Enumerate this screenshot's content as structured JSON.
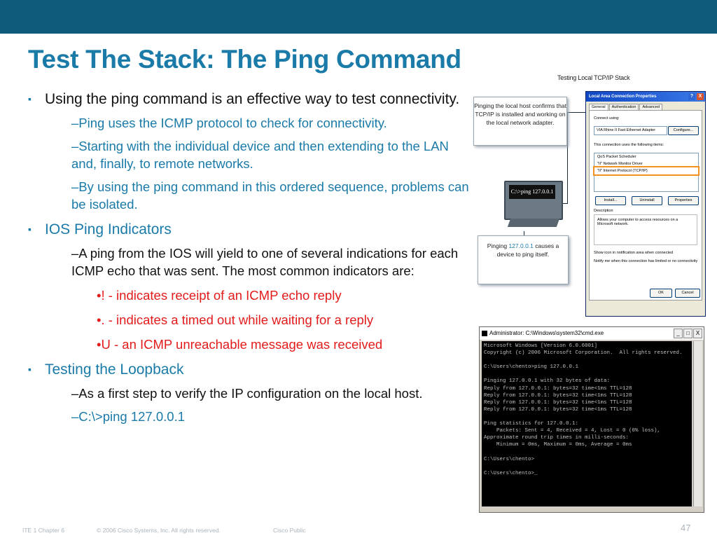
{
  "slide": {
    "title": "Test The Stack: The Ping Command",
    "bullets": {
      "b1": "Using the ping command is an effective way to test connectivity.",
      "b1_sub1": "–Ping uses the ICMP protocol to check for connectivity.",
      "b1_sub2": "–Starting with the individual device and then extending to the LAN and, finally, to remote networks.",
      "b1_sub3": "–By using the ping command in this ordered sequence, problems can be isolated.",
      "b2": "IOS Ping Indicators",
      "b2_sub1": "–A ping from the IOS will yield to one of several indications for each ICMP echo that was sent. The most common indicators are:",
      "b2_sub1_i1": "•! - indicates receipt of an ICMP echo reply",
      "b2_sub1_i2": "•. - indicates a timed out while waiting for a reply",
      "b2_sub1_i3": "•U - an ICMP unreachable message was received",
      "b3": "Testing the Loopback",
      "b3_sub1": "–As a first step to verify the IP configuration on the local host.",
      "b3_sub2": "–C:\\>ping 127.0.0.1"
    },
    "bullet_glyph": "▪"
  },
  "diagram": {
    "caption": "Testing Local TCP/IP Stack",
    "callout_top": "Pinging the local host confirms that TCP/IP is installed and working on the local network adapter.",
    "callout_bottom_pre": "Pinging ",
    "callout_bottom_ip": "127.0.0.1",
    "callout_bottom_post": " causes a device to ping itself.",
    "pc_command": "C:\\>ping 127.0.0.1",
    "dialog": {
      "title": "Local Area Connection Properties",
      "help_glyph": "?",
      "close_glyph": "X",
      "tabs": [
        "General",
        "Authentication",
        "Advanced"
      ],
      "connect_using": "Connect using:",
      "adapter": "VIA Rhine II Fast Ethernet Adapter",
      "configure": "Configure...",
      "items_label": "This connection uses the following items:",
      "items": [
        "QoS Packet Scheduler",
        "\"II\" Network Monitor Driver",
        "\"II\" Internet Protocol (TCP/IP)"
      ],
      "install": "Install...",
      "uninstall": "Uninstall",
      "properties": "Properties",
      "description_label": "Description",
      "description": "Allows your computer to access resources on a Microsoft network.",
      "check1": "Show icon in notification area when connected",
      "check2": "Notify me when this connection has limited or no connectivity",
      "ok": "OK",
      "cancel": "Cancel"
    }
  },
  "cmd": {
    "title": "Administrator: C:\\Windows\\system32\\cmd.exe",
    "controls": [
      "_",
      "□",
      "X"
    ],
    "output": "Microsoft Windows [Version 6.0.6001]\nCopyright (c) 2006 Microsoft Corporation.  All rights reserved.\n\nC:\\Users\\chento>ping 127.0.0.1\n\nPinging 127.0.0.1 with 32 bytes of data:\nReply from 127.0.0.1: bytes=32 time<1ms TTL=128\nReply from 127.0.0.1: bytes=32 time<1ms TTL=128\nReply from 127.0.0.1: bytes=32 time<1ms TTL=128\nReply from 127.0.0.1: bytes=32 time<1ms TTL=128\n\nPing statistics for 127.0.0.1:\n    Packets: Sent = 4, Received = 4, Lost = 0 (0% loss),\nApproximate round trip times in milli-seconds:\n    Minimum = 0ms, Maximum = 0ms, Average = 0ms\n\nC:\\Users\\chento>\n\nC:\\Users\\chento>_"
  },
  "footer": {
    "course": "ITE 1 Chapter 6",
    "copyright": "© 2006 Cisco Systems, Inc. All rights reserved.",
    "classification": "Cisco Public",
    "page": "47"
  },
  "colors": {
    "topbar": "#0e5b7c",
    "title": "#1a7aa8",
    "sub_text": "#1a7aa8",
    "indicator_text": "#e31b1b"
  }
}
